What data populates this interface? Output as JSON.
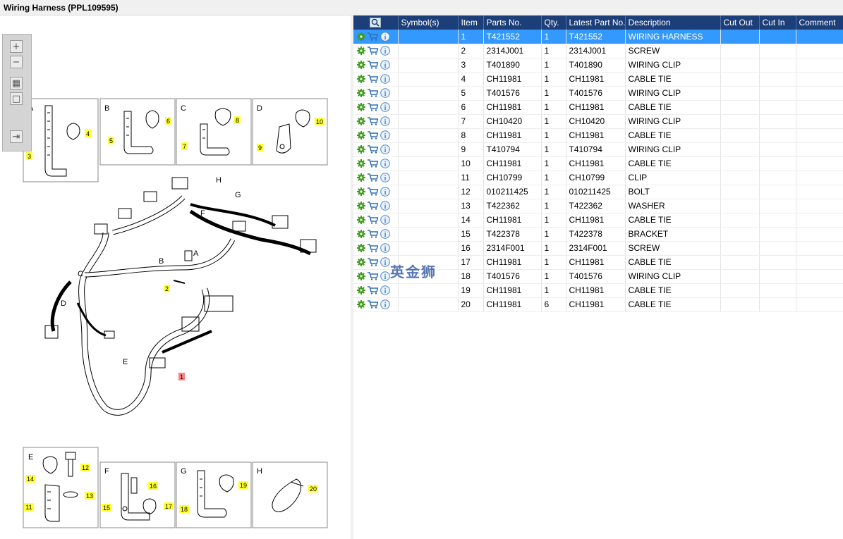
{
  "window": {
    "title": "Wiring Harness (PPL109595)"
  },
  "toolbar": {
    "buttons": [
      {
        "icon": "zoom-in-icon",
        "glyph": "+"
      },
      {
        "icon": "zoom-out-icon",
        "glyph": "−"
      },
      {
        "icon": "fit-view-icon",
        "glyph": "▦"
      },
      {
        "icon": "actual-size-icon",
        "glyph": "□"
      },
      {
        "icon": "export-icon",
        "glyph": "⇥"
      }
    ]
  },
  "diagram": {
    "callouts": [
      "1",
      "2",
      "3",
      "4",
      "5",
      "6",
      "7",
      "8",
      "9",
      "10",
      "11",
      "12",
      "13",
      "14",
      "15",
      "16",
      "17",
      "18",
      "19",
      "20"
    ],
    "view_letters": [
      "A",
      "B",
      "C",
      "D",
      "E",
      "F",
      "G",
      "H"
    ]
  },
  "table": {
    "columns": [
      "",
      "Symbol(s)",
      "Item",
      "Parts No.",
      "Qty.",
      "Latest Part No.",
      "Description",
      "Cut Out",
      "Cut In",
      "Comment"
    ],
    "rows": [
      {
        "item": "1",
        "part": "T421552",
        "qty": "1",
        "latest": "T421552",
        "desc": "WIRING HARNESS"
      },
      {
        "item": "2",
        "part": "2314J001",
        "qty": "1",
        "latest": "2314J001",
        "desc": "SCREW"
      },
      {
        "item": "3",
        "part": "T401890",
        "qty": "1",
        "latest": "T401890",
        "desc": "WIRING CLIP"
      },
      {
        "item": "4",
        "part": "CH11981",
        "qty": "1",
        "latest": "CH11981",
        "desc": "CABLE TIE"
      },
      {
        "item": "5",
        "part": "T401576",
        "qty": "1",
        "latest": "T401576",
        "desc": "WIRING CLIP"
      },
      {
        "item": "6",
        "part": "CH11981",
        "qty": "1",
        "latest": "CH11981",
        "desc": "CABLE TIE"
      },
      {
        "item": "7",
        "part": "CH10420",
        "qty": "1",
        "latest": "CH10420",
        "desc": "WIRING CLIP"
      },
      {
        "item": "8",
        "part": "CH11981",
        "qty": "1",
        "latest": "CH11981",
        "desc": "CABLE TIE"
      },
      {
        "item": "9",
        "part": "T410794",
        "qty": "1",
        "latest": "T410794",
        "desc": "WIRING CLIP"
      },
      {
        "item": "10",
        "part": "CH11981",
        "qty": "1",
        "latest": "CH11981",
        "desc": "CABLE TIE"
      },
      {
        "item": "11",
        "part": "CH10799",
        "qty": "1",
        "latest": "CH10799",
        "desc": "CLIP"
      },
      {
        "item": "12",
        "part": "010211425",
        "qty": "1",
        "latest": "010211425",
        "desc": "BOLT"
      },
      {
        "item": "13",
        "part": "T422362",
        "qty": "1",
        "latest": "T422362",
        "desc": "WASHER"
      },
      {
        "item": "14",
        "part": "CH11981",
        "qty": "1",
        "latest": "CH11981",
        "desc": "CABLE TIE"
      },
      {
        "item": "15",
        "part": "T422378",
        "qty": "1",
        "latest": "T422378",
        "desc": "BRACKET"
      },
      {
        "item": "16",
        "part": "2314F001",
        "qty": "1",
        "latest": "2314F001",
        "desc": "SCREW"
      },
      {
        "item": "17",
        "part": "CH11981",
        "qty": "1",
        "latest": "CH11981",
        "desc": "CABLE TIE"
      },
      {
        "item": "18",
        "part": "T401576",
        "qty": "1",
        "latest": "T401576",
        "desc": "WIRING CLIP"
      },
      {
        "item": "19",
        "part": "CH11981",
        "qty": "1",
        "latest": "CH11981",
        "desc": "CABLE TIE"
      },
      {
        "item": "20",
        "part": "CH11981",
        "qty": "6",
        "latest": "CH11981",
        "desc": "CABLE TIE"
      }
    ]
  },
  "watermark": {
    "text": "英金狮"
  },
  "colors": {
    "header_bg": "#1c3f7a",
    "selected_row": "#3399ff",
    "callout_yellow": "#ffff33",
    "callout_red": "#ff8080",
    "gear_green": "#3a9a1a",
    "cart_blue": "#2f6fb5",
    "info_blue": "#4a86c8"
  },
  "selected_row_index": 0
}
